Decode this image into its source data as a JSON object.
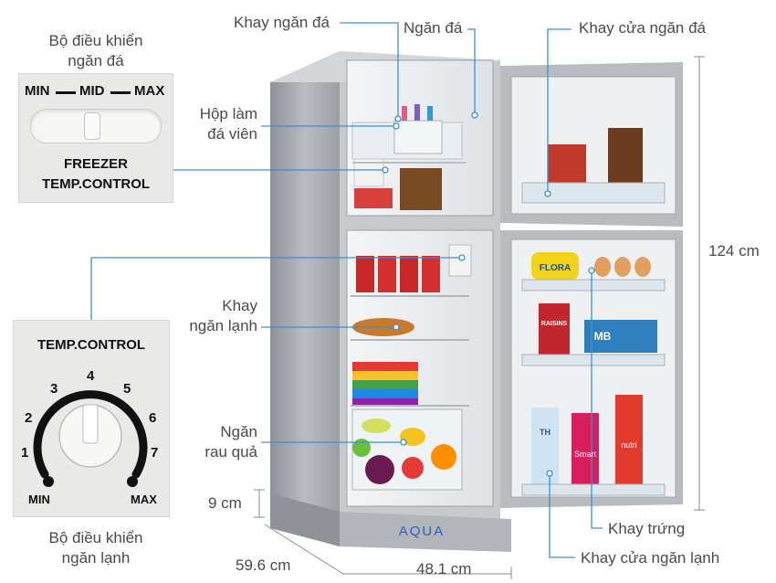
{
  "freezer_control": {
    "caption_line1": "Bộ điều khiển",
    "caption_line2": "ngăn đá",
    "scale_min": "MIN",
    "scale_mid": "MID",
    "scale_max": "MAX",
    "label_line1": "FREEZER",
    "label_line2": "TEMP.CONTROL"
  },
  "fridge_control": {
    "title": "TEMP.CONTROL",
    "dial_numbers": [
      "1",
      "2",
      "3",
      "4",
      "5",
      "6",
      "7"
    ],
    "min_label": "MIN",
    "max_label": "MAX",
    "caption_line1": "Bộ điều khiển",
    "caption_line2": "ngăn lạnh"
  },
  "callouts": {
    "khay_ngan_da": "Khay ngăn đá",
    "ngan_da": "Ngăn đá",
    "khay_cua_ngan_da": "Khay cửa ngăn đá",
    "hop_lam_da_line1": "Hộp làm",
    "hop_lam_da_line2": "đá viên",
    "khay_ngan_lanh_line1": "Khay",
    "khay_ngan_lanh_line2": "ngăn lạnh",
    "ngan_rau_qua_line1": "Ngăn",
    "ngan_rau_qua_line2": "rau quả",
    "khay_trung": "Khay trứng",
    "khay_cua_ngan_lanh": "Khay cửa ngăn lạnh"
  },
  "dimensions": {
    "height": "124 cm",
    "base_height": "9 cm",
    "depth": "59.6 cm",
    "width": "48.1 cm"
  },
  "product": {
    "brand": "AQUA",
    "pack_flora": "FLORA",
    "pack_raisins": "RAISINS",
    "pack_mb": "MB",
    "pack_smart": "Smart",
    "pack_th": "TH",
    "pack_nutri": "nutri"
  },
  "colors": {
    "callout_line": "#3d8fd6",
    "fridge_body": "#a8acb0",
    "dial_arc": "#111111"
  }
}
